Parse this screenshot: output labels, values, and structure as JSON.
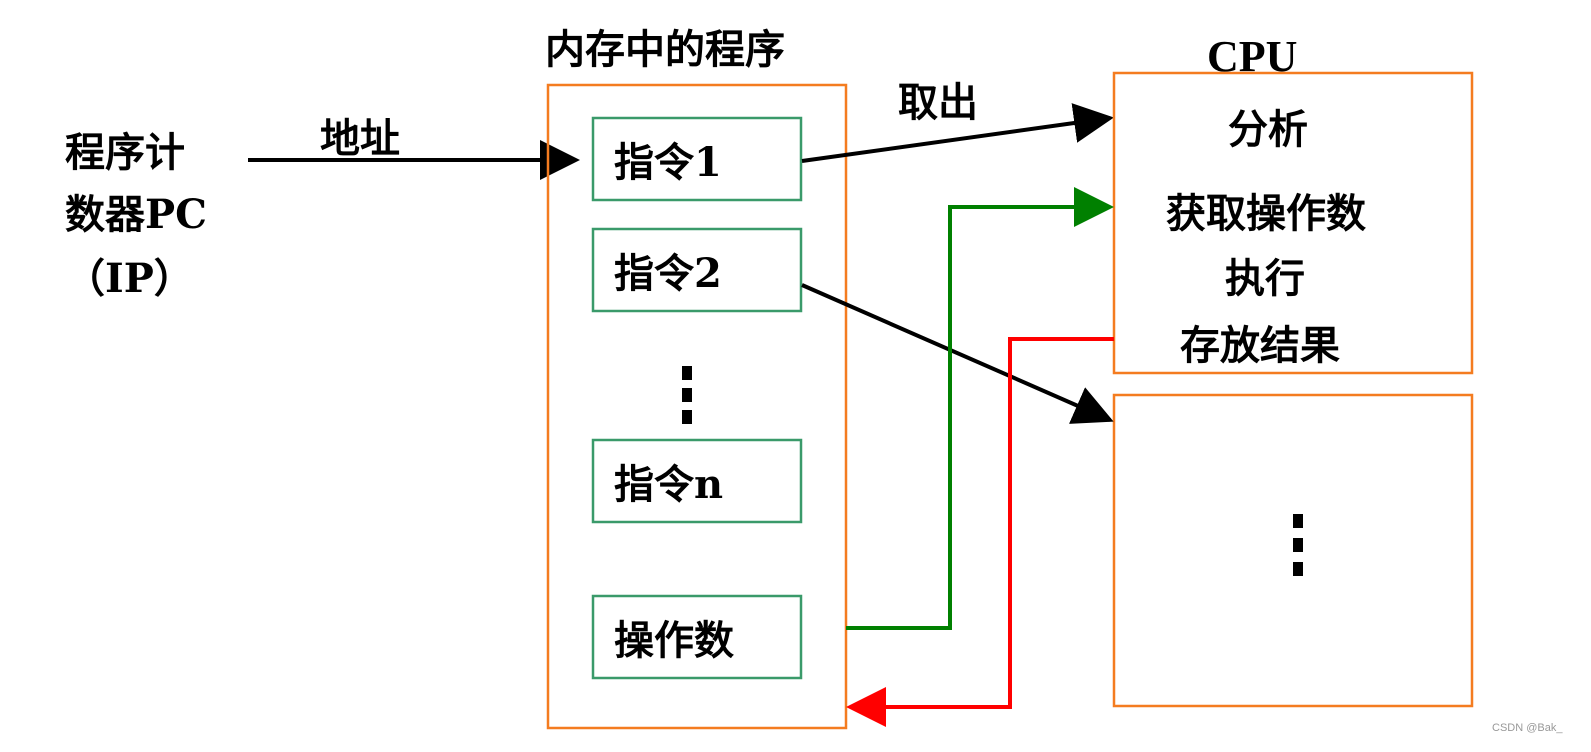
{
  "pc": {
    "line1": "程序计",
    "line2": "数器PC",
    "line3": "（IP）"
  },
  "address_label": "地址",
  "memory": {
    "title": "内存中的程序",
    "instructions": [
      "指令1",
      "指令2",
      "指令n"
    ],
    "ellipsis": "⋮",
    "operand": "操作数"
  },
  "fetch_label": "取出",
  "cpu": {
    "title": "CPU",
    "steps": [
      "分析",
      "获取操作数",
      "执行",
      "存放结果"
    ],
    "ellipsis": "⋮"
  },
  "watermark": "CSDN @Bak_",
  "colors": {
    "box_border": "#f47c20",
    "instr_border": "#3a9a6a",
    "arrow_black": "#000000",
    "arrow_green": "#008000",
    "arrow_red": "#ff0000"
  }
}
